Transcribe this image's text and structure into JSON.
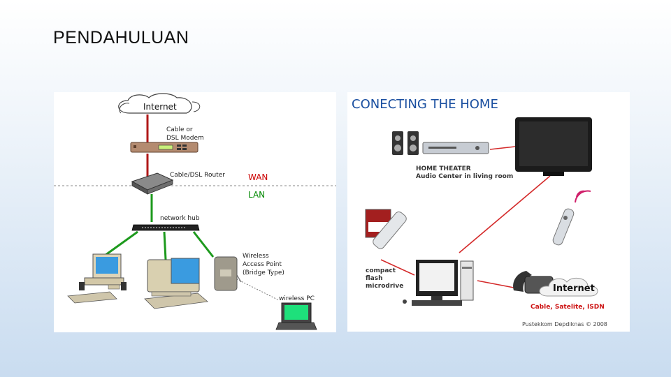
{
  "slide": {
    "title": "PENDAHULUAN"
  },
  "network_diagram": {
    "internet_label": "Internet",
    "modem_label_line1": "Cable or",
    "modem_label_line2": "DSL Modem",
    "router_label": "Cable/DSL Router",
    "wan_label": "WAN",
    "lan_label": "LAN",
    "hub_label": "network hub",
    "ap_label_line1": "Wireless",
    "ap_label_line2": "Access Point",
    "ap_label_line3": "(Bridge Type)",
    "wireless_pc_label": "wireless PC",
    "colors": {
      "wan": "#cc0000",
      "lan": "#008800",
      "cable_red": "#b01818",
      "cable_green": "#1d9a1d"
    }
  },
  "home_diagram": {
    "title": "CONECTING THE HOME",
    "home_theater_line1": "HOME THEATER",
    "home_theater_line2": "Audio Center in living room",
    "compact_line1": "compact",
    "compact_line2": "flash",
    "compact_line3": "microdrive",
    "internet_label": "Internet",
    "internet_sub": "Cable, Satelite, ISDN",
    "credit": "Pustekkom Depdiknas © 2008",
    "colors": {
      "title": "#1a4fa0",
      "internet_sub": "#cc1111",
      "link": "#d42a2a"
    }
  }
}
